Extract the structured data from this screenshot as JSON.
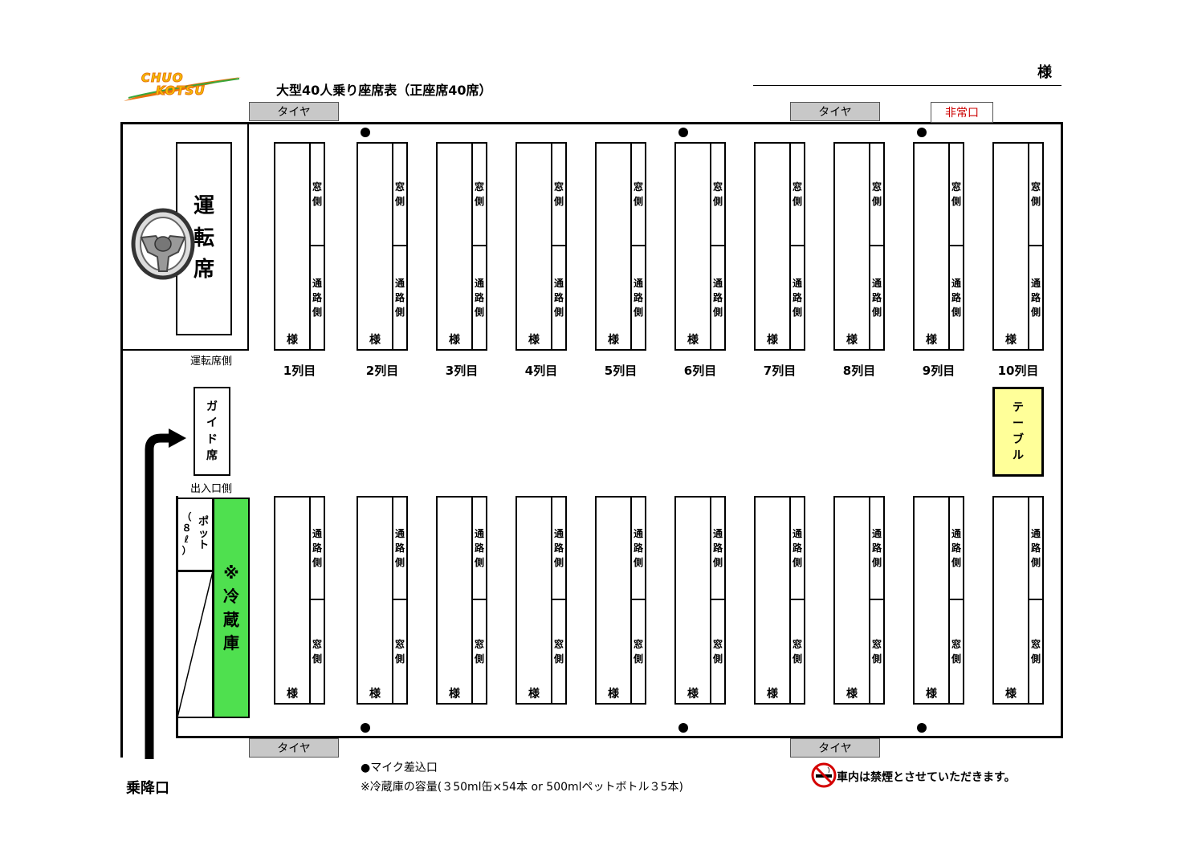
{
  "header": {
    "logo_line1": "CHUO",
    "logo_line2": "KOTSU",
    "title": "大型40人乗り座席表（正座席40席）",
    "honorific": "様"
  },
  "labels": {
    "tire": "タイヤ",
    "emergency_exit": "非常口",
    "driver_seat": [
      "運",
      "転",
      "席"
    ],
    "driver_side": "運転席側",
    "guide_seat": [
      "ガ",
      "イ",
      "ド",
      "席"
    ],
    "entrance_side": "出入口側",
    "pot": [
      "ポ",
      "ッ",
      "ト"
    ],
    "pot_capacity": [
      "（",
      "８",
      "ℓ",
      "）"
    ],
    "fridge": [
      "※",
      "冷",
      "蔵",
      "庫"
    ],
    "table": [
      "テ",
      "ー",
      "ブ",
      "ル"
    ],
    "boarding": "乗降口"
  },
  "seat_text": {
    "window": [
      "窓",
      "側"
    ],
    "aisle": [
      "通",
      "路",
      "側"
    ],
    "sama": "様"
  },
  "rows": [
    "1列目",
    "2列目",
    "3列目",
    "4列目",
    "5列目",
    "6列目",
    "7列目",
    "8列目",
    "9列目",
    "10列目"
  ],
  "notes": {
    "mic": "●マイク差込口",
    "fridge_capacity": "※冷蔵庫の容量(３50ml缶×54本 or 500mlペットボトル３5本)",
    "no_smoking": "車内は禁煙とさせていただきます。"
  },
  "colors": {
    "fridge": "#4fe04f",
    "table": "#ffff99",
    "tire": "#c8c8c8",
    "emergency": "#cc0000",
    "logo_orange": "#e8720c",
    "logo_yellow": "#f5c400",
    "logo_green": "#3aa63a"
  }
}
